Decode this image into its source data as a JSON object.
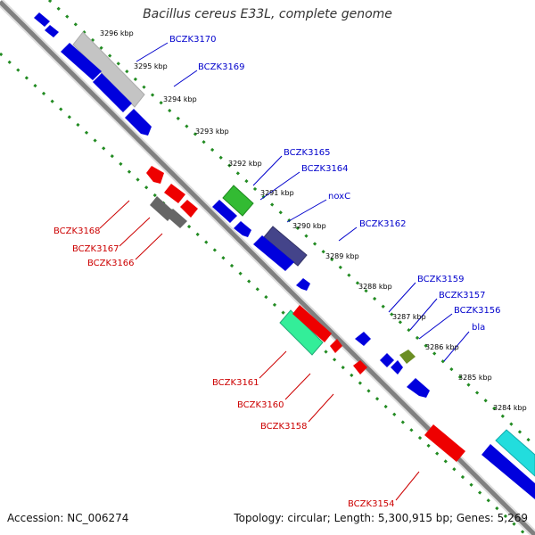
{
  "title": "Bacillus cereus E33L, complete genome",
  "footer": {
    "accession": "Accession: NC_006274",
    "topology": "Topology: circular; Length: 5,300,915 bp; Genes: 5,269"
  },
  "colors": {
    "backbone": "#808080",
    "tick": "#228b22",
    "forward_label": "#0000cc",
    "reverse_label": "#cc0000"
  },
  "kbp_labels": [
    {
      "text": "3296 kbp"
    },
    {
      "text": "3295 kbp"
    },
    {
      "text": "3294 kbp"
    },
    {
      "text": "3293 kbp"
    },
    {
      "text": "3292 kbp"
    },
    {
      "text": "3291 kbp"
    },
    {
      "text": "3290 kbp"
    },
    {
      "text": "3289 kbp"
    },
    {
      "text": "3288 kbp"
    },
    {
      "text": "3287 kbp"
    },
    {
      "text": "3286 kbp"
    },
    {
      "text": "3285 kbp"
    },
    {
      "text": "3284 kbp"
    }
  ],
  "forward_labels": [
    {
      "text": "BCZK3170"
    },
    {
      "text": "BCZK3169"
    },
    {
      "text": "BCZK3165"
    },
    {
      "text": "BCZK3164"
    },
    {
      "text": "noxC"
    },
    {
      "text": "BCZK3162"
    },
    {
      "text": "BCZK3159"
    },
    {
      "text": "BCZK3157"
    },
    {
      "text": "BCZK3156"
    },
    {
      "text": "bla"
    }
  ],
  "reverse_labels": [
    {
      "text": "BCZK3168"
    },
    {
      "text": "BCZK3167"
    },
    {
      "text": "BCZK3166"
    },
    {
      "text": "BCZK3161"
    },
    {
      "text": "BCZK3160"
    },
    {
      "text": "BCZK3158"
    },
    {
      "text": "BCZK3154"
    }
  ]
}
